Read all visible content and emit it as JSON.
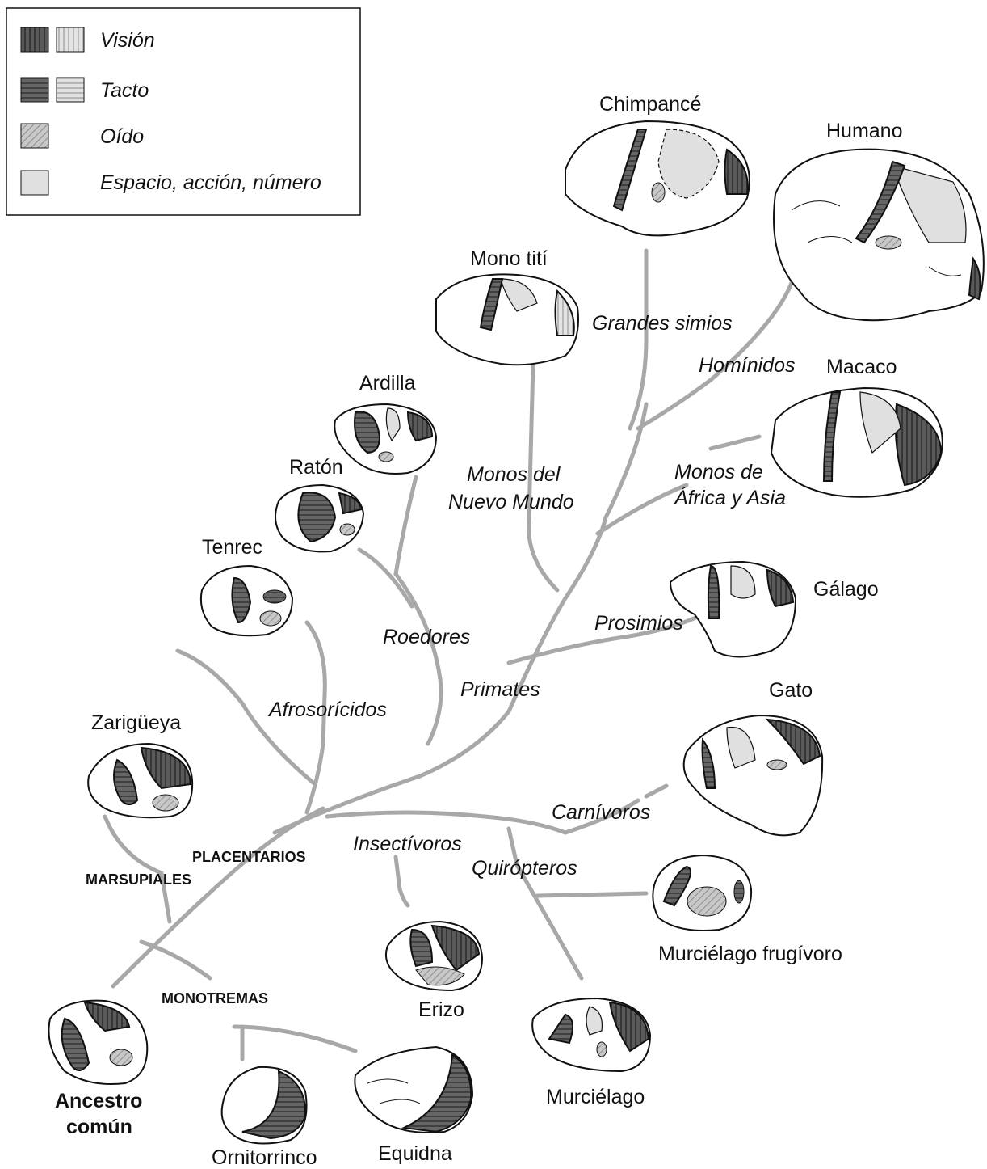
{
  "legend": {
    "items": [
      {
        "label": "Visión",
        "icon": "vision-swatch-icon"
      },
      {
        "label": "Tacto",
        "icon": "touch-swatch-icon"
      },
      {
        "label": "Oído",
        "icon": "hearing-swatch-icon"
      },
      {
        "label": "Espacio, acción, número",
        "icon": "space-action-number-swatch-icon"
      }
    ]
  },
  "species": {
    "chimpance": "Chimpancé",
    "humano": "Humano",
    "mono_titi": "Mono tití",
    "macaco": "Macaco",
    "ardilla": "Ardilla",
    "raton": "Ratón",
    "tenrec": "Tenrec",
    "galago": "Gálago",
    "gato": "Gato",
    "zarigueya": "Zarigüeya",
    "murcielago_frugivoro": "Murciélago frugívoro",
    "erizo": "Erizo",
    "murcielago": "Murciélago",
    "ancestro_line1": "Ancestro",
    "ancestro_line2": "común",
    "ornitorrinco": "Ornitorrinco",
    "equidna": "Equidna"
  },
  "clades": {
    "grandes_simios": "Grandes simios",
    "hominidos": "Homínidos",
    "monos_nuevo_line1": "Monos del",
    "monos_nuevo_line2": "Nuevo Mundo",
    "monos_africa_line1": "Monos de",
    "monos_africa_line2": "África y Asia",
    "roedores": "Roedores",
    "prosimios": "Prosimios",
    "primates": "Primates",
    "afrosoricidos": "Afrosorícidos",
    "carnivoros": "Carnívoros",
    "insectivoros": "Insectívoros",
    "quiropteros": "Quirópteros"
  },
  "groups": {
    "placentarios": "PLACENTARIOS",
    "marsupiales": "MARSUPIALES",
    "monotremas": "MONOTREMAS"
  },
  "colors": {
    "branch": "#a8a8a8",
    "vision": "#5a5a5a",
    "touch": "#6e6e6e",
    "light_area": "#d6d6d6",
    "outline": "#111111"
  }
}
